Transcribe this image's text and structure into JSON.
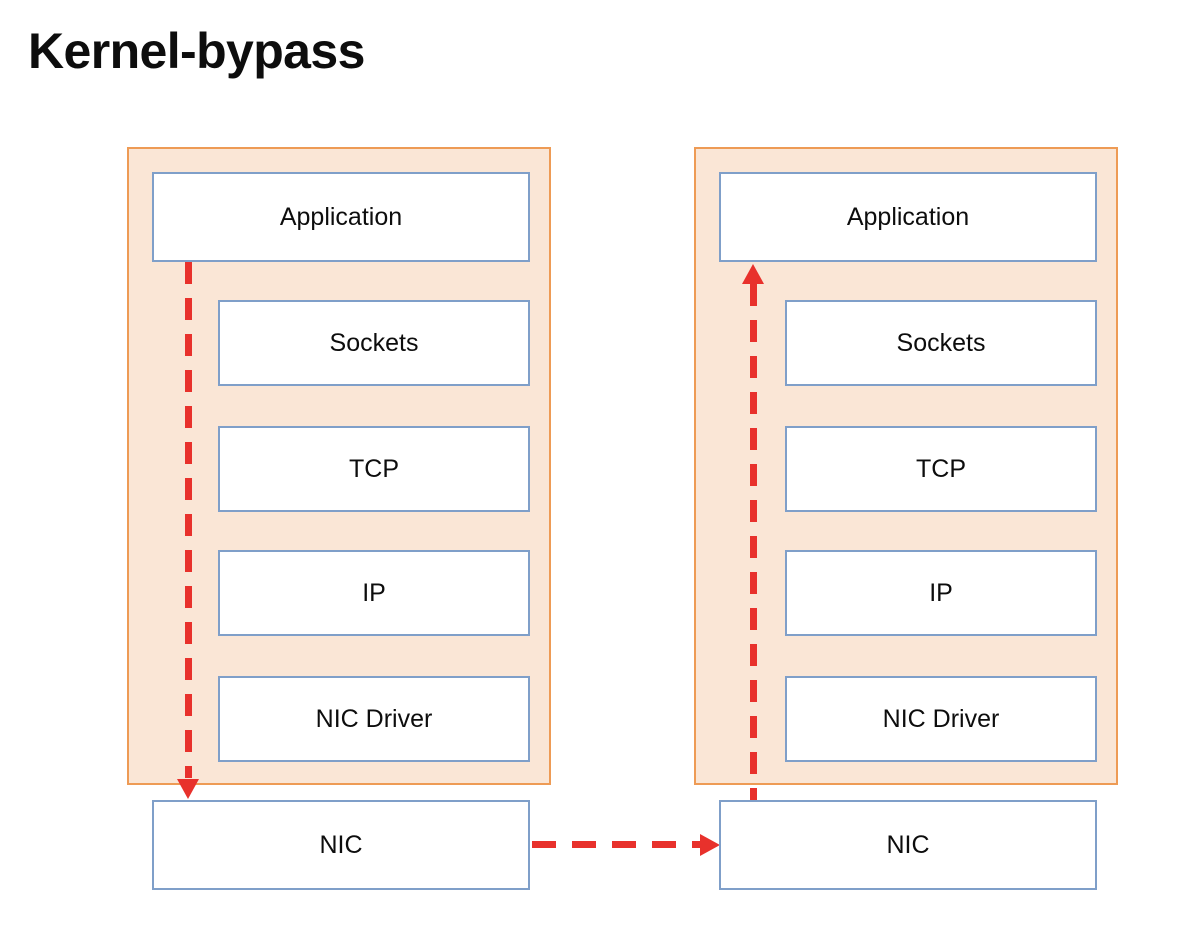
{
  "title": "Kernel-bypass",
  "colors": {
    "kernel_panel_fill": "#fae6d6",
    "kernel_panel_border": "#ee9b55",
    "layer_box_fill": "#ffffff",
    "layer_box_border": "#7f9fc9",
    "flow_arrow": "#e8312c",
    "text": "#0d0d0d",
    "background": "#ffffff"
  },
  "diagram": {
    "type": "network-stack-comparison",
    "panels": [
      {
        "id": "left",
        "name": "sending-host-stack",
        "layers": [
          {
            "label": "Application",
            "indented": false
          },
          {
            "label": "Sockets",
            "indented": true
          },
          {
            "label": "TCP",
            "indented": true
          },
          {
            "label": "IP",
            "indented": true
          },
          {
            "label": "NIC Driver",
            "indented": true
          }
        ],
        "nic": {
          "label": "NIC"
        },
        "flow": {
          "name": "bypass-down-arrow",
          "direction": "down",
          "style": "dashed",
          "from": "Application",
          "to": "NIC",
          "bypasses": [
            "Sockets",
            "TCP",
            "IP",
            "NIC Driver"
          ]
        }
      },
      {
        "id": "right",
        "name": "receiving-host-stack",
        "layers": [
          {
            "label": "Application",
            "indented": false
          },
          {
            "label": "Sockets",
            "indented": true
          },
          {
            "label": "TCP",
            "indented": true
          },
          {
            "label": "IP",
            "indented": true
          },
          {
            "label": "NIC Driver",
            "indented": true
          }
        ],
        "nic": {
          "label": "NIC"
        },
        "flow": {
          "name": "bypass-up-arrow",
          "direction": "up",
          "style": "dashed",
          "from": "NIC",
          "to": "Application",
          "bypasses": [
            "NIC Driver",
            "IP",
            "TCP",
            "Sockets"
          ]
        }
      }
    ],
    "wire": {
      "name": "nic-to-nic-link",
      "direction": "right",
      "style": "dashed",
      "from": "left NIC",
      "to": "right NIC"
    }
  }
}
